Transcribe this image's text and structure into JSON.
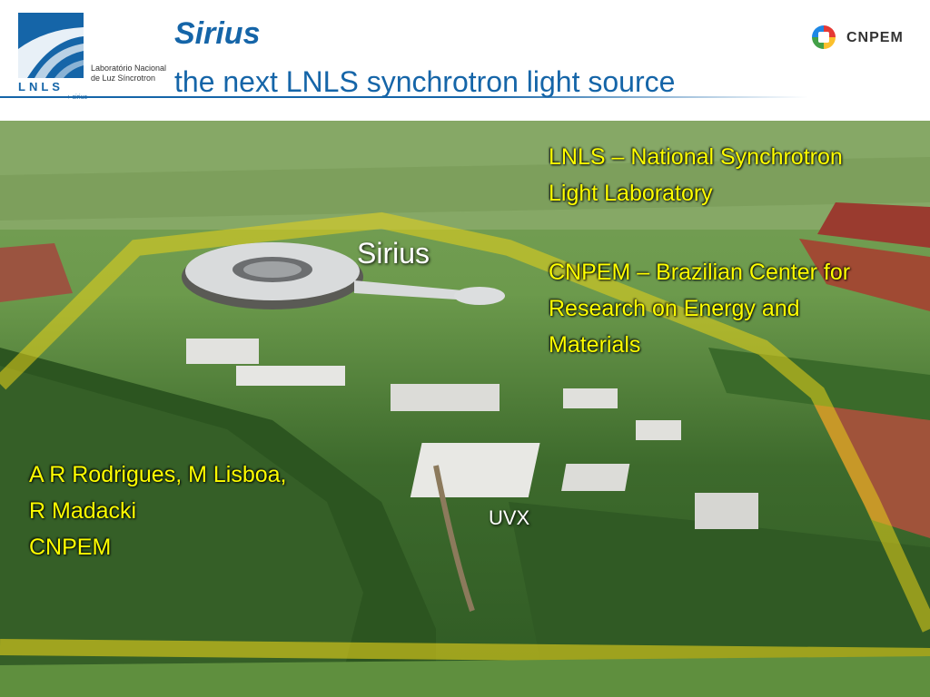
{
  "header": {
    "title": "Sirius",
    "subtitle": "the next LNLS synchrotron light source",
    "lnls_logo": {
      "letters": "LNLS",
      "sub": "+ sirius",
      "name_line1": "Laboratório Nacional",
      "name_line2": "de Luz Síncrotron"
    },
    "cnpem_logo": {
      "text": "CNPEM"
    }
  },
  "annotations": {
    "lnls_line1": "LNLS – National Synchrotron",
    "lnls_line2": "Light Laboratory",
    "cnpem_line1": "CNPEM – Brazilian Center for",
    "cnpem_line2": "Research on Energy and",
    "cnpem_line3": "Materials",
    "sirius_label": "Sirius",
    "uvx_label": "UVX",
    "authors_line1": "A R Rodrigues, M Lisboa,",
    "authors_line2": "R Madacki",
    "authors_line3": "CNPEM"
  },
  "colors": {
    "brand_blue": "#1565a8",
    "annotation_yellow": "#ffff00",
    "boundary_yellow": "#e8d21a"
  }
}
